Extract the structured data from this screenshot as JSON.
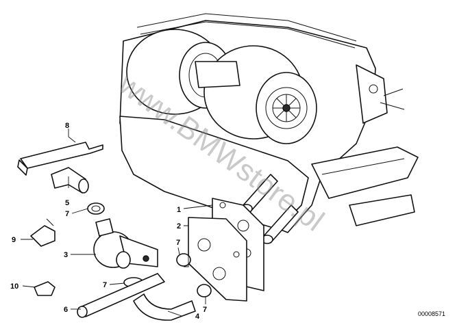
{
  "diagram": {
    "callouts": [
      {
        "id": "callout-1",
        "label": "1"
      },
      {
        "id": "callout-2",
        "label": "2"
      },
      {
        "id": "callout-3",
        "label": "3"
      },
      {
        "id": "callout-4",
        "label": "4"
      },
      {
        "id": "callout-5",
        "label": "5"
      },
      {
        "id": "callout-6",
        "label": "6"
      },
      {
        "id": "callout-7a",
        "label": "7"
      },
      {
        "id": "callout-7b",
        "label": "7"
      },
      {
        "id": "callout-7c",
        "label": "7"
      },
      {
        "id": "callout-7d",
        "label": "7"
      },
      {
        "id": "callout-8",
        "label": "8"
      },
      {
        "id": "callout-9",
        "label": "9"
      },
      {
        "id": "callout-10",
        "label": "10"
      }
    ],
    "document_number": "00008571",
    "watermark": "www.BMWstore.pl"
  }
}
